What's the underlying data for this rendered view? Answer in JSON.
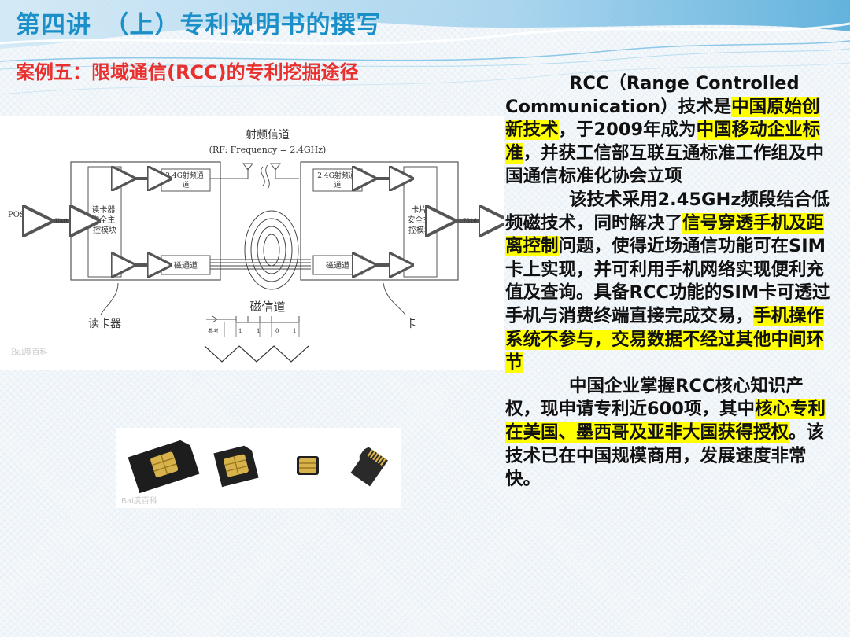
{
  "header": {
    "title": "第四讲　（上）专利说明书的撰写",
    "subtitle": "案例五：限域通信(RCC)的专利挖掘途径"
  },
  "diagram": {
    "rf_channel": "射频信道",
    "rf_freq": "(RF: Frequency = 2.4GHz)",
    "pos": "POS机",
    "uart": "Uart",
    "reader_module": [
      "读卡器",
      "安全主",
      "控模块"
    ],
    "rf_block_left": [
      "2.4G射频通",
      "道"
    ],
    "rf_block_right": [
      "2.4G射频通",
      "道"
    ],
    "mag_left": "磁通道",
    "mag_right": "磁通道",
    "card_module": [
      "卡片",
      "安全主",
      "控模块"
    ],
    "port_7816": "7816",
    "mag_channel": "磁信道",
    "reader_label": "读卡器",
    "card_label": "卡",
    "wave_labels": [
      "参考",
      "1",
      "1",
      "0",
      "1"
    ],
    "watermark": "Bai度百科"
  },
  "cards_panel": {
    "watermark": "Bai度百科"
  },
  "body": {
    "paragraphs": [
      [
        {
          "t": "RCC（Range Controlled Communication）技术是",
          "h": false
        },
        {
          "t": "中国原始创新技术",
          "h": true
        },
        {
          "t": "，于2009年成为",
          "h": false
        },
        {
          "t": "中国移动企业标准",
          "h": true
        },
        {
          "t": "，并获工信部互联互通标准工作组及中国通信标准化协会立项",
          "h": false
        }
      ],
      [
        {
          "t": "该技术采用2.45GHz频段结合低频磁技术，同时解决了",
          "h": false
        },
        {
          "t": "信号穿透手机及距离控制",
          "h": true
        },
        {
          "t": "问题，使得近场通信功能可在SIM卡上实现，并可利用手机网络实现便利充值及查询。具备RCC功能的SIM卡可透过手机与消费终端直接完成交易，",
          "h": false
        },
        {
          "t": "手机操作系统不参与，交易数据不经过其他中间环节",
          "h": true
        }
      ],
      [
        {
          "t": "中国企业掌握RCC核心知识产权，现申请专利近600项，其中",
          "h": false
        },
        {
          "t": "核心专利在美国、墨西哥及亚非大国获得授权",
          "h": true
        },
        {
          "t": "。该技术已在中国规模商用，发展速度非常快。",
          "h": false
        }
      ]
    ]
  },
  "colors": {
    "title": "#1a8fc8",
    "subtitle": "#e8312f",
    "highlight": "#ffff00"
  }
}
